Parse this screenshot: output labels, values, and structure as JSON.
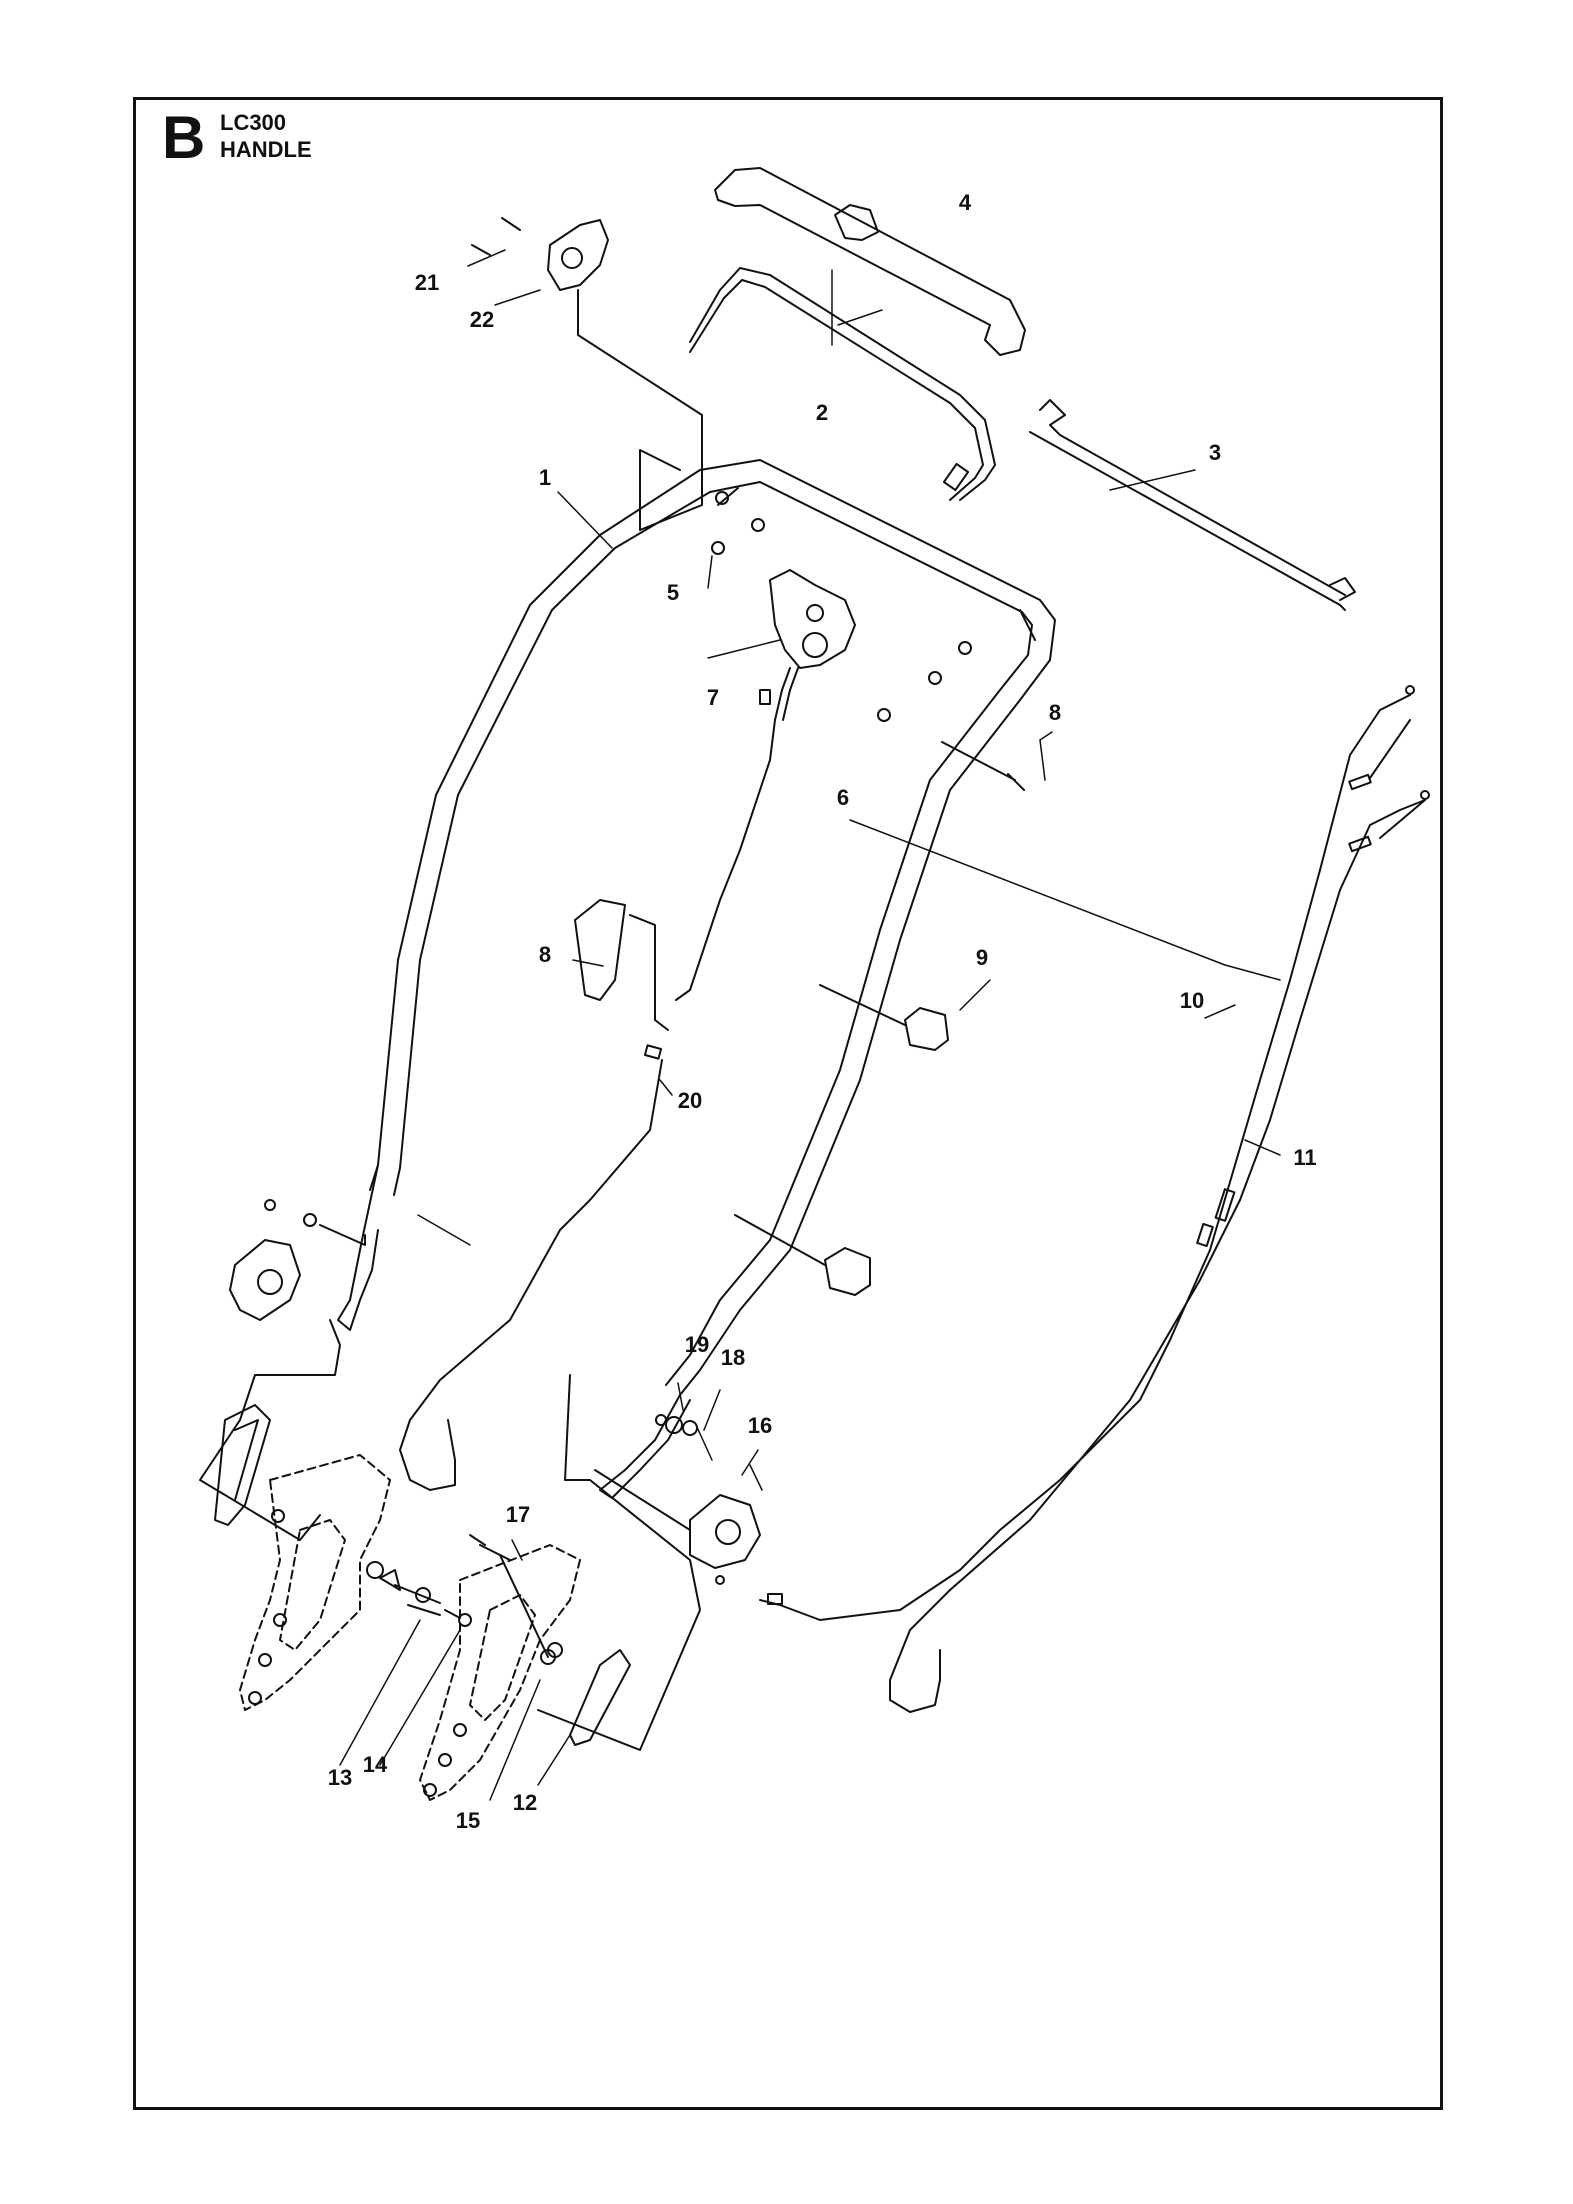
{
  "header": {
    "section_letter": "B",
    "model": "LC300",
    "section_name": "HANDLE"
  },
  "callouts": {
    "c1": "1",
    "c2": "2",
    "c3": "3",
    "c4": "4",
    "c5": "5",
    "c6": "6",
    "c7": "7",
    "c8a": "8",
    "c8b": "8",
    "c9": "9",
    "c10": "10",
    "c11": "11",
    "c12": "12",
    "c13": "13",
    "c14": "14",
    "c15": "15",
    "c16": "16",
    "c17": "17",
    "c18": "18",
    "c19": "19",
    "c20": "20",
    "c21": "21",
    "c22": "22"
  }
}
